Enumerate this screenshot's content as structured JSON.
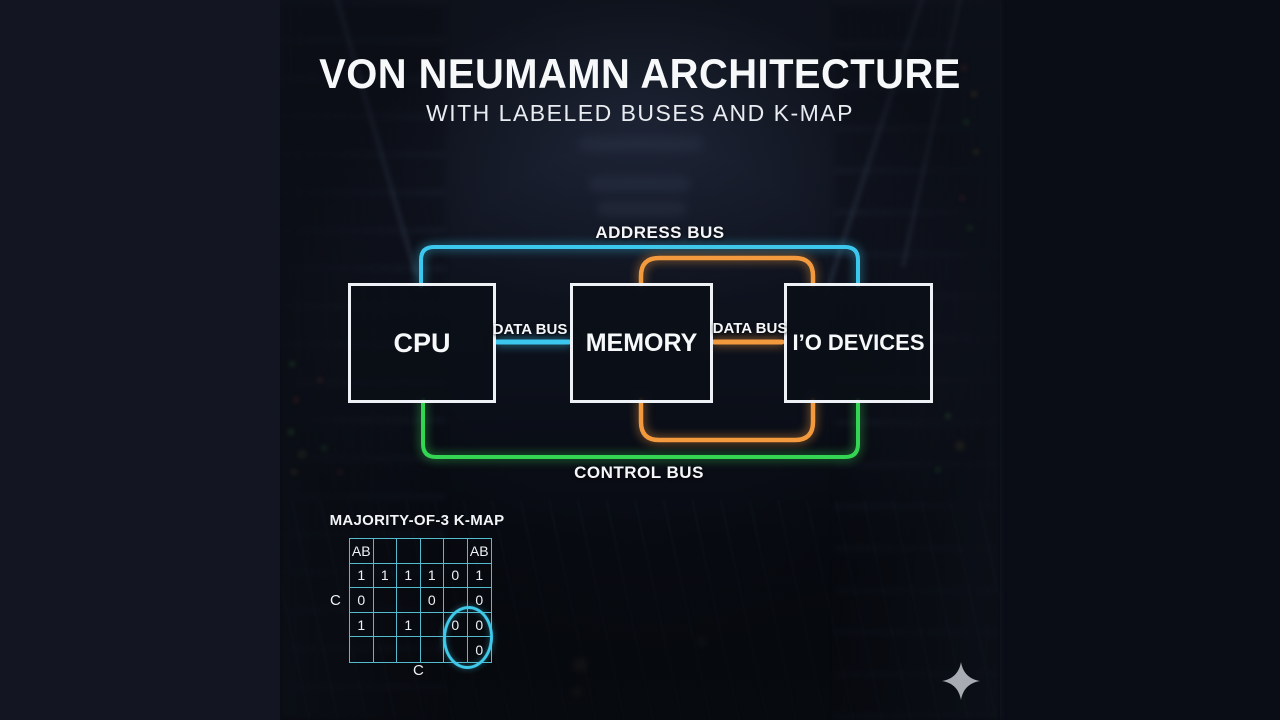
{
  "header": {
    "title": "VON NEUMAMN ARCHITECTURE",
    "subtitle": "WITH LABELED BUSES AND K-MAP"
  },
  "diagram": {
    "boxes": [
      {
        "label": "CPU"
      },
      {
        "label": "MEMORY"
      },
      {
        "label": "I’O DEVICES"
      }
    ],
    "labels": {
      "address_bus": "ADDRESS BUS",
      "control_bus": "CONTROL BUS",
      "data_bus_left": "DATA BUS",
      "data_bus_right": "DATA BUS"
    },
    "colors": {
      "address_bus": "#3cc8ee",
      "data_bus_cpu_memory": "#3cc8ee",
      "memory_io_loop": "#f49a3e",
      "data_bus_memory_io": "#f49a3e",
      "control_bus": "#35d554",
      "box_border": "#eef2f6"
    }
  },
  "kmap": {
    "title": "MAJORITY-OF-3 K-MAP",
    "row_label": "C",
    "col_label": "C",
    "grid": [
      [
        "AB",
        "",
        "",
        "",
        "",
        "AB"
      ],
      [
        "1",
        "1",
        "1",
        "1",
        "0",
        "1"
      ],
      [
        "0",
        "",
        "",
        "0",
        "",
        "0"
      ],
      [
        "1",
        "",
        "1",
        "",
        "0",
        "0"
      ],
      [
        "",
        "",
        "",
        "",
        "",
        "0"
      ]
    ],
    "grid_line_color": "#55bccf",
    "highlight_ellipse_color": "#3fc9ea"
  },
  "watermark": {
    "icon": "sparkle-icon"
  }
}
